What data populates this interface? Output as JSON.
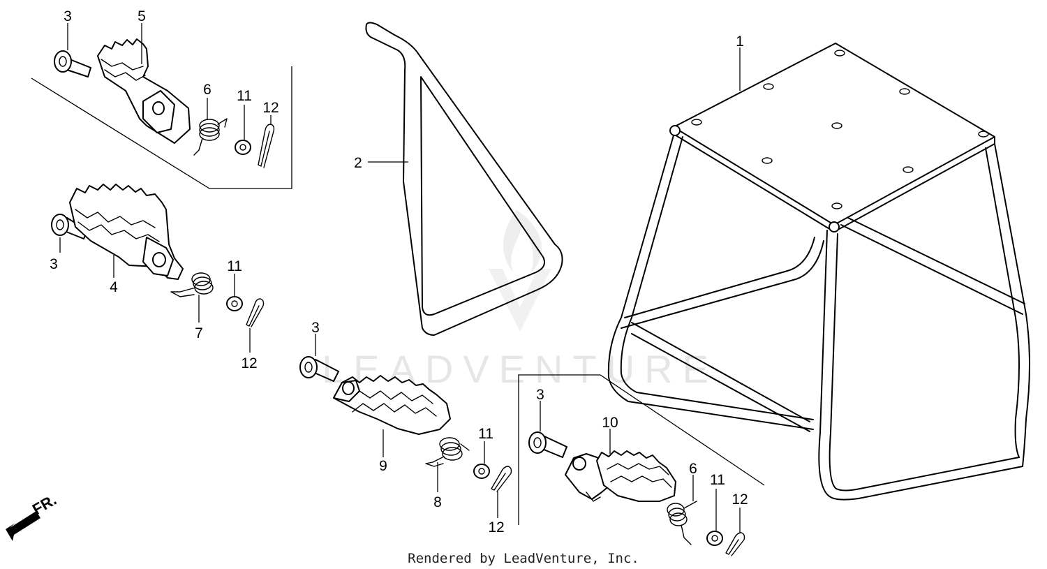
{
  "diagram": {
    "callouts": [
      "1",
      "2",
      "3",
      "3",
      "3",
      "3",
      "4",
      "5",
      "6",
      "6",
      "7",
      "8",
      "9",
      "10",
      "11",
      "11",
      "11",
      "11",
      "12",
      "12",
      "12",
      "12"
    ],
    "direction_label": "FR.",
    "watermark": "LEADVENTURE",
    "footer": "Rendered by LeadVenture, Inc."
  }
}
